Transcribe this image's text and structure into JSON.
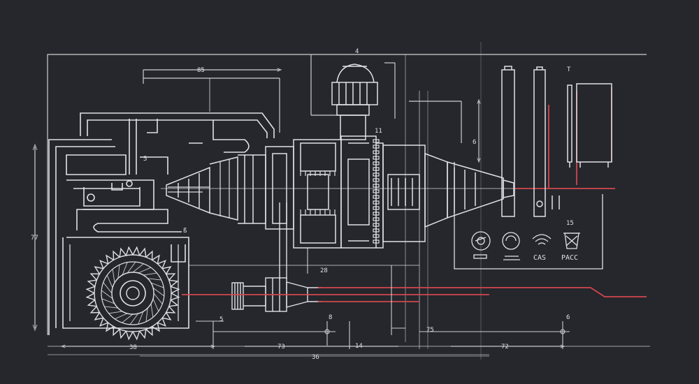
{
  "colors": {
    "background": "#25272c",
    "line": "#dfe1e6",
    "accent_red": "#d2464f"
  },
  "dimensions": {
    "top": "4",
    "upper_left": "85",
    "left_side": "77",
    "right_rail": "T",
    "mid_vertical": "6",
    "shaft_mark": "11",
    "center": "28",
    "left_small": "5",
    "bottom_left": "38",
    "bottom_73": "73",
    "bottom_14": "14",
    "bottom_8": "8",
    "bottom_75": "75",
    "bottom_72": "72",
    "bottom_6": "6",
    "bottom_center": "36",
    "bottom_5": "5",
    "panel_15": "15",
    "gear_small": "ß"
  },
  "legend": {
    "items": [
      {
        "icon": "speed-dial-icon",
        "label": ""
      },
      {
        "icon": "knob-icon",
        "label": ""
      },
      {
        "icon": "wifi-icon",
        "label": "CAS"
      },
      {
        "icon": "recycle-bin-icon",
        "label": "PACC"
      }
    ]
  }
}
